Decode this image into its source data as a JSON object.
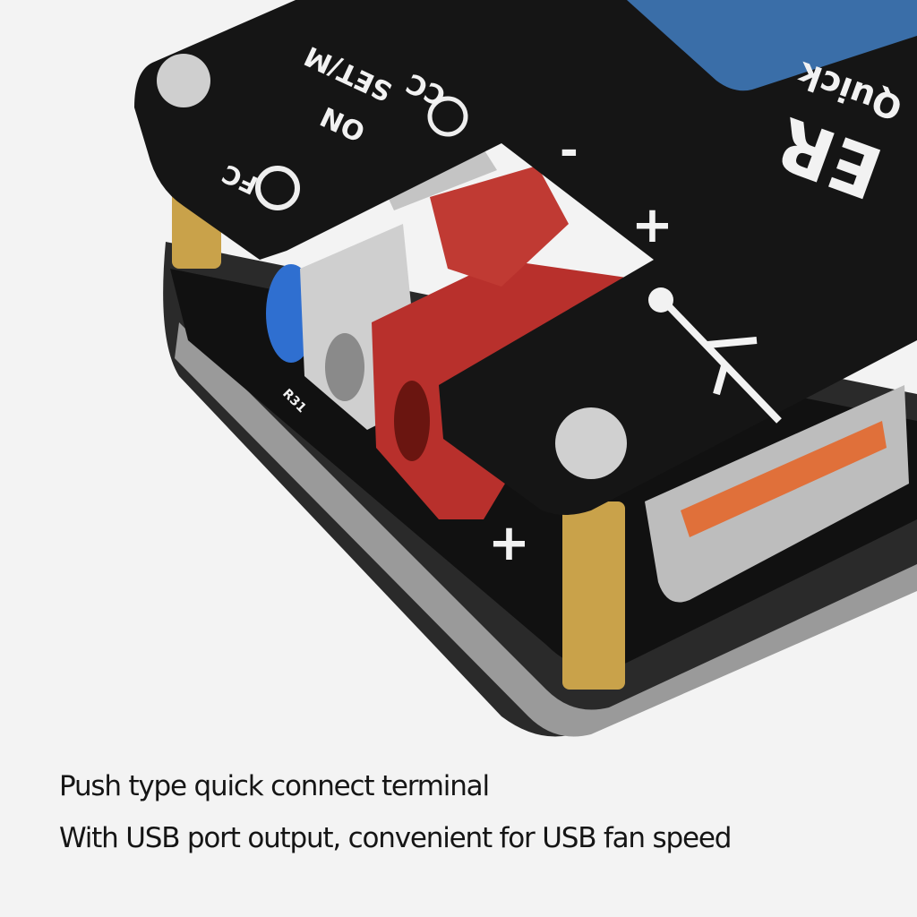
{
  "caption": {
    "line1": "Push type quick connect terminal",
    "line2": "With USB port output, convenient for USB fan speed"
  },
  "board_labels": {
    "set_m": "SET/M",
    "cc": "CC",
    "on": "ON",
    "fc": "FC",
    "brand_partial": "ER",
    "quick": "Quick",
    "plus": "+",
    "minus": "-",
    "resistor": "R31"
  },
  "colors": {
    "background": "#f3f3f3",
    "acrylic": "#151515",
    "terminal_red": "#b8302c",
    "terminal_grey": "#c9c9c9",
    "usb_orange": "#e0703a",
    "brass": "#c9a24a",
    "screen_blue": "#3a6ea8"
  }
}
